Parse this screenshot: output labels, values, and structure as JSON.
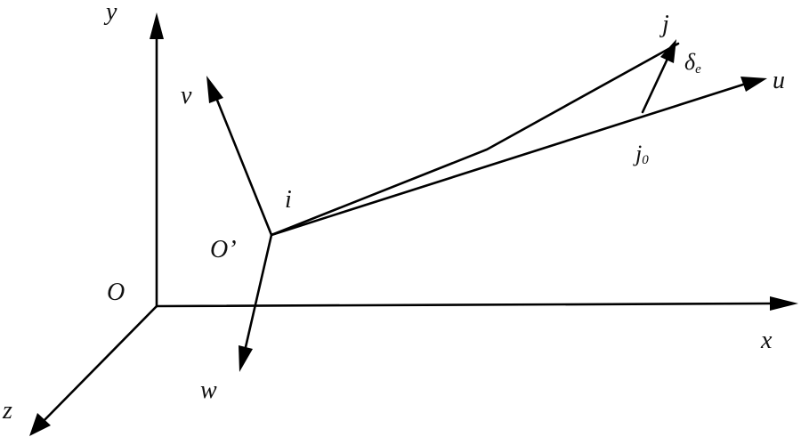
{
  "diagram": {
    "labels": {
      "x": "x",
      "y": "y",
      "z": "z",
      "origin": "O",
      "origin_prime": "O’",
      "u": "u",
      "v": "v",
      "w": "w",
      "i": "i",
      "j": "j",
      "j0": "j",
      "j0_subscript": "0",
      "delta": "δ",
      "delta_subscript": "e"
    },
    "colors": {
      "line": "#000000",
      "text": "#111111",
      "background": "#ffffff"
    }
  }
}
